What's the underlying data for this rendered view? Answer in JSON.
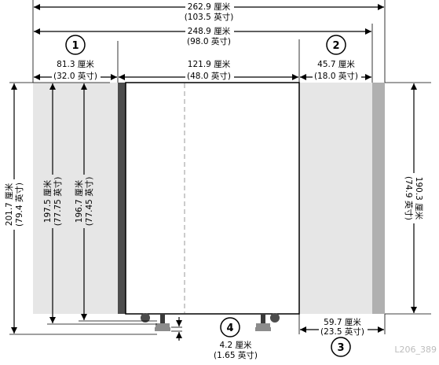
{
  "diagram": {
    "callouts": [
      "1",
      "2",
      "3",
      "4"
    ],
    "dimensions": {
      "overall_width": {
        "metric": "262.9 厘米",
        "imperial": "(103.5 英寸)"
      },
      "inner_width": {
        "metric": "248.9 厘米",
        "imperial": "(98.0 英寸)"
      },
      "left_clearance": {
        "metric": "81.3 厘米",
        "imperial": "(32.0 英寸)"
      },
      "unit_width": {
        "metric": "121.9 厘米",
        "imperial": "(48.0 英寸)"
      },
      "right_clearance": {
        "metric": "45.7 厘米",
        "imperial": "(18.0 英寸)"
      },
      "base_clearance": {
        "metric": "59.7 厘米",
        "imperial": "(23.5 英寸)"
      },
      "foot_height": {
        "metric": "4.2 厘米",
        "imperial": "(1.65 英寸)"
      },
      "total_height": {
        "metric": "201.7 厘米",
        "imperial": "(79.4 英寸)"
      },
      "height_a": {
        "metric": "197.5 厘米",
        "imperial": "(77.75 英寸)"
      },
      "height_b": {
        "metric": "196.7 厘米",
        "imperial": "(77.45 英寸)"
      },
      "right_height": {
        "metric": "190.3 厘米",
        "imperial": "(74.9 英寸)"
      }
    },
    "reference_code": "L206_389",
    "colors": {
      "clearance_fill": "#e6e6e6",
      "right_edge_fill": "#b0b0b0",
      "frame_dark": "#4d4d4d",
      "line": "#000000",
      "foot_gray": "#8c8c8c",
      "reference_text": "#bdbdbd"
    }
  }
}
